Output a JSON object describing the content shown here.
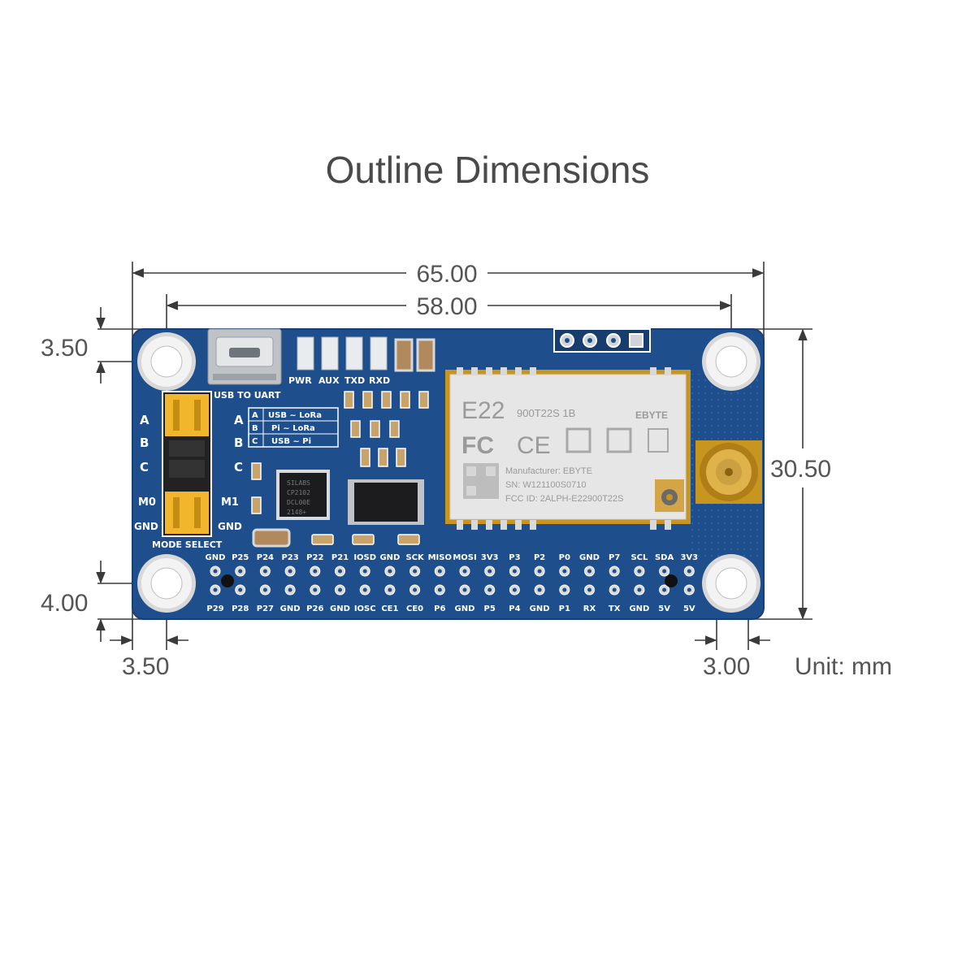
{
  "title": "Outline Dimensions",
  "unit_label": "Unit: mm",
  "dimensions": {
    "overall_width": "65.00",
    "hole_spacing": "58.00",
    "height": "30.50",
    "top_offset": "3.50",
    "bottom_offset": "4.00",
    "left_offset": "3.50",
    "right_offset": "3.00"
  },
  "colors": {
    "pcb": "#1e4f8c",
    "pcb_dark": "#173f72",
    "jumper": "#f2b62c",
    "module": "#e6e6e6",
    "gold": "#c8961e"
  },
  "board": {
    "usb_label": "USB TO UART",
    "leds": [
      "PWR",
      "AUX",
      "TXD",
      "RXD"
    ],
    "mode_select_label": "MODE SELECT",
    "jumper_letters": [
      "A",
      "B",
      "C"
    ],
    "mode_pins": {
      "m0": "M0",
      "m1": "M1",
      "gnd_left": "GND",
      "gnd_right": "GND"
    },
    "mode_table": [
      {
        "key": "A",
        "value": "USB ~ LoRa"
      },
      {
        "key": "B",
        "value": "Pi ~ LoRa"
      },
      {
        "key": "C",
        "value": "USB ~ Pi"
      }
    ],
    "header_top": [
      "GND",
      "P25",
      "P24",
      "P23",
      "P22",
      "P21",
      "IOSD",
      "GND",
      "SCK",
      "MISO",
      "MOSI",
      "3V3",
      "P3",
      "P2",
      "P0",
      "GND",
      "P7",
      "SCL",
      "SDA",
      "3V3"
    ],
    "header_bottom": [
      "P29",
      "P28",
      "P27",
      "GND",
      "P26",
      "GND",
      "IOSC",
      "CE1",
      "CE0",
      "P6",
      "GND",
      "P5",
      "P4",
      "GND",
      "P1",
      "RX",
      "TX",
      "GND",
      "5V",
      "5V"
    ],
    "chip_text": [
      "SILABS",
      "CP2102",
      "DCL00E",
      "2148+"
    ]
  },
  "module": {
    "model": "E22",
    "part": "900T22S 1B",
    "brand": "EBYTE",
    "fc_mark": "FC",
    "ce_mark": "CE",
    "manufacturer": "Manufacturer: EBYTE",
    "sn": "SN: W121100S0710",
    "fcc": "FCC ID: 2ALPH-E22900T22S"
  }
}
